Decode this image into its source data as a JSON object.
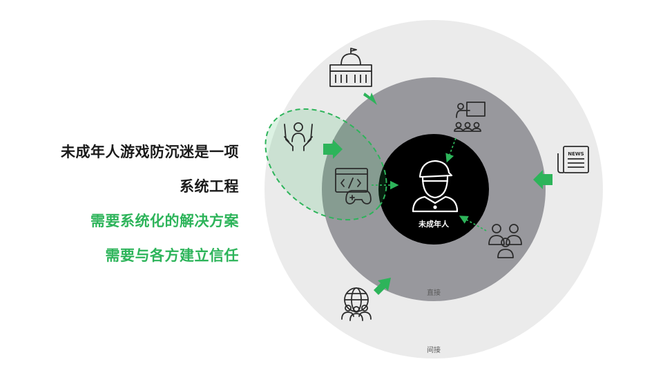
{
  "text": {
    "line1": "未成年人游戏防沉迷是一项",
    "line2": "系统工程",
    "line3": "需要系统化的解决方案",
    "line4": "需要与各方建立信任"
  },
  "diagram": {
    "center_label": "未成年人",
    "inner_ring_label": "直接",
    "outer_ring_label": "间接"
  },
  "icons": {
    "center": "minor-with-cap-icon",
    "government": "government-building-icon",
    "parents": "parents-hands-icon",
    "game": "game-code-controller-icon",
    "teacher": "teacher-classroom-icon",
    "news": "news-icon",
    "community": "people-group-icon",
    "society": "globe-people-icon"
  },
  "colors": {
    "green": "#2db45a",
    "dark_text": "#1a1a1a",
    "outer_circle": "#ebebeb",
    "inner_circle": "#98989d",
    "center_circle": "#000000"
  }
}
